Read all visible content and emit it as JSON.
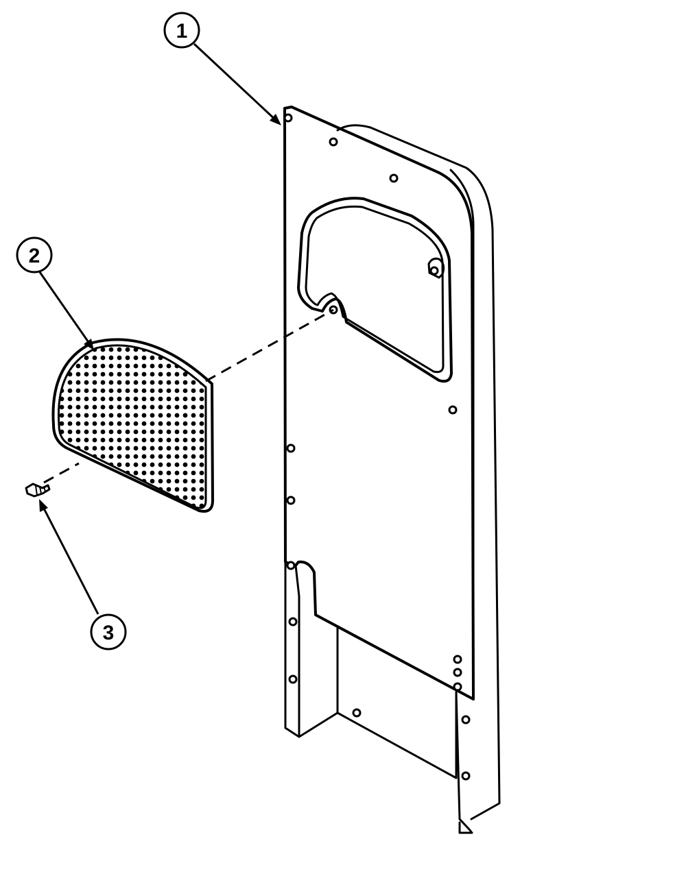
{
  "diagram": {
    "type": "exploded-parts-view",
    "callouts": [
      {
        "id": "callout-1",
        "label": "1"
      },
      {
        "id": "callout-2",
        "label": "2"
      },
      {
        "id": "callout-3",
        "label": "3"
      }
    ],
    "colors": {
      "ink": "#000000",
      "paper": "#ffffff"
    }
  }
}
